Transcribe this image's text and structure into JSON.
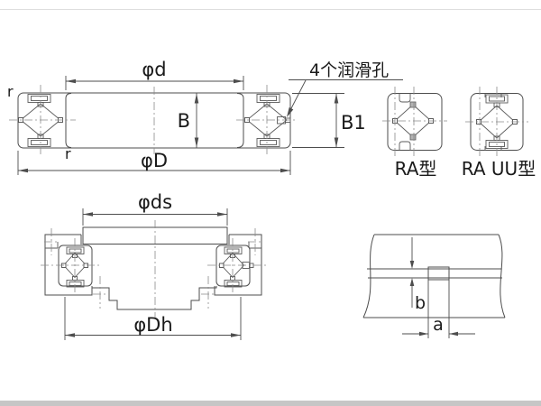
{
  "page": {
    "background": "#ffffff",
    "line_color": "#4d4d4d",
    "centerline_color": "#8a8a8a",
    "text_color": "#1a1a1a",
    "description": "Crossed roller bearing RA / RA UU type dimensional drawing"
  },
  "main_view": {
    "bore_diameter_label": "φd",
    "outer_diameter_label": "φD",
    "width_label": "B",
    "sealed_width_label": "B1",
    "outer_chamfer_label": "r",
    "inner_chamfer_label": "r",
    "lube_note": "4个润滑孔"
  },
  "type_views": {
    "ra_label": "RA型",
    "ra_uu_label": "RA UU型"
  },
  "mount_view": {
    "shaft_shoulder_diameter_label": "φds",
    "housing_shoulder_diameter_label": "φDh"
  },
  "seal_detail": {
    "groove_width_label": "a",
    "groove_depth_label": "b"
  }
}
